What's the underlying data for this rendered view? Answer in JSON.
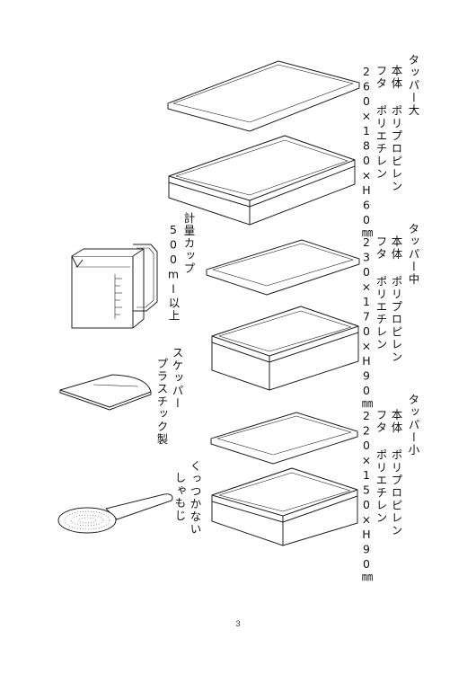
{
  "items": {
    "tupper_large": {
      "name": "タッパー大",
      "body_material": "本体 ポリプロピレン",
      "lid_material": "フタ ポリエチレン",
      "size": "260×180×H60㎜"
    },
    "tupper_medium": {
      "name": "タッパー中",
      "body_material": "本体 ポリプロピレン",
      "lid_material": "フタ ポリエチレン",
      "size": "230×170×H90㎜"
    },
    "tupper_small": {
      "name": "タッパー小",
      "body_material": "本体 ポリプロピレン",
      "lid_material": "フタ ポリエチレン",
      "size": "220×150×H90㎜"
    },
    "measuring_cup": {
      "name": "計量カップ",
      "capacity": "500ml以上"
    },
    "scraper": {
      "name": "スケッパー",
      "material": "プラスチック製"
    },
    "ladle": {
      "line1": "くっつかない",
      "line2": "しゃもじ"
    }
  },
  "page_number": "3"
}
